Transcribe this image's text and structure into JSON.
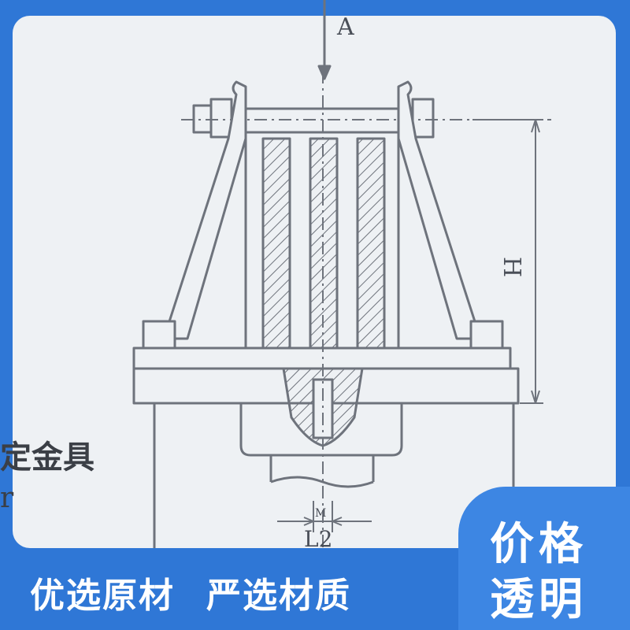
{
  "diagram": {
    "labels": {
      "arrow_top": "A",
      "height": "H",
      "thread": "M",
      "width": "L2"
    },
    "side_text_cn": "定金具",
    "side_text_en": "r"
  },
  "banner": {
    "slogan_left": "优选原材",
    "slogan_right": "严选材质",
    "badge_line_1": "价格",
    "badge_line_2": "透明"
  },
  "colors": {
    "brand_blue": "#2f77d6",
    "badge_blue": "#3d86e3",
    "drawing_line": "#6e737c",
    "card_bg": "#eef1f4"
  }
}
